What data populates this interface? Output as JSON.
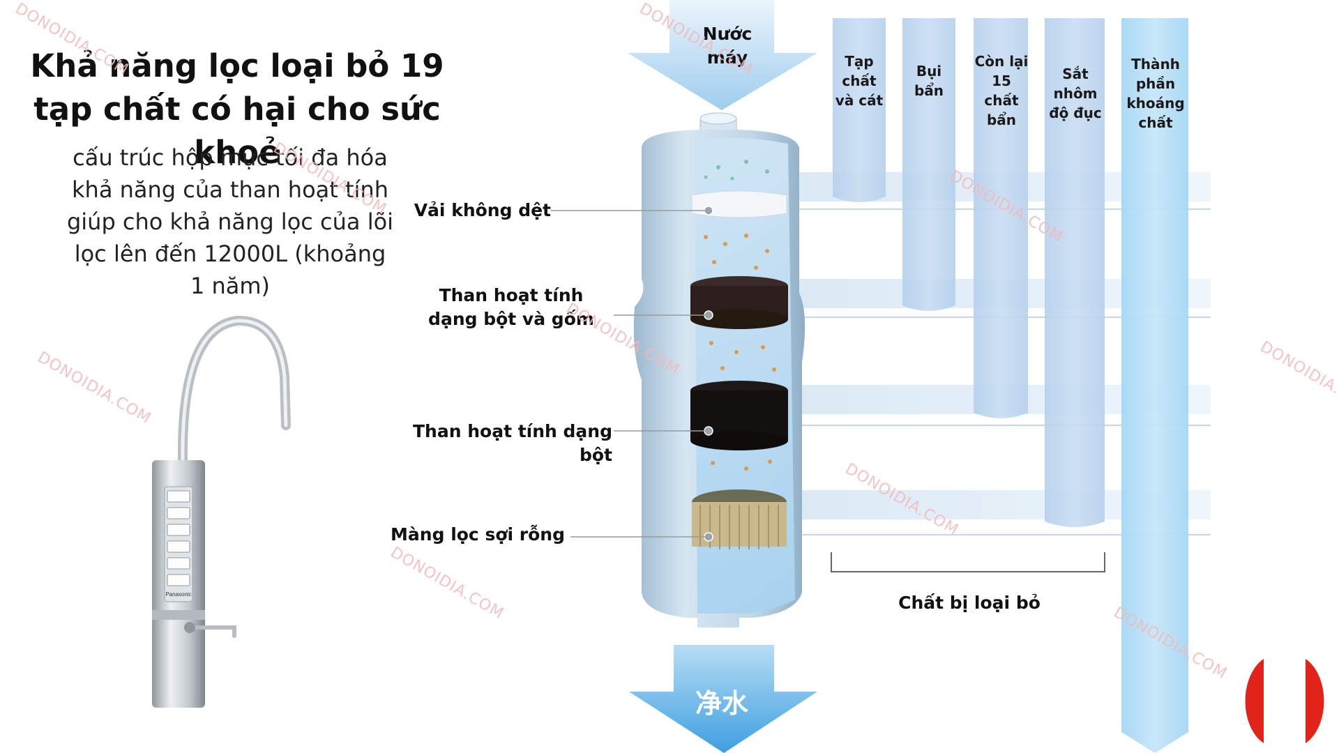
{
  "title": "Khả năng lọc loại bỏ 19 tạp chất có hại cho sức khoẻ",
  "description": "cấu trúc hộp mực tối đa hóa khả năng của than hoạt tính giúp cho khả năng lọc của lõi lọc lên đến 12000L (khoảng 1 năm)",
  "inlet_label": "Nước máy",
  "outlet_label": "净水",
  "layers": [
    {
      "label": "Vải không dệt"
    },
    {
      "label": "Than hoạt tính dạng bột và gốm"
    },
    {
      "label": "Than hoạt tính dạng bột"
    },
    {
      "label": "Màng lọc sợi rỗng"
    }
  ],
  "columns": [
    {
      "label": "Tạp chất và cát"
    },
    {
      "label": "Bụi bẩn"
    },
    {
      "label": "Còn lại 15 chất bẩn"
    },
    {
      "label": "Sắt nhôm độ đục"
    },
    {
      "label": "Thành phần khoáng chất"
    }
  ],
  "removed_label": "Chất bị loại bỏ",
  "product": {
    "brand": "Panasonic"
  },
  "watermark": "DONOIDIA.COM",
  "colors": {
    "arrow_blue": "#8ec3ea",
    "column_blue": "#a9c9ea",
    "logo_red": "#e2231a"
  }
}
